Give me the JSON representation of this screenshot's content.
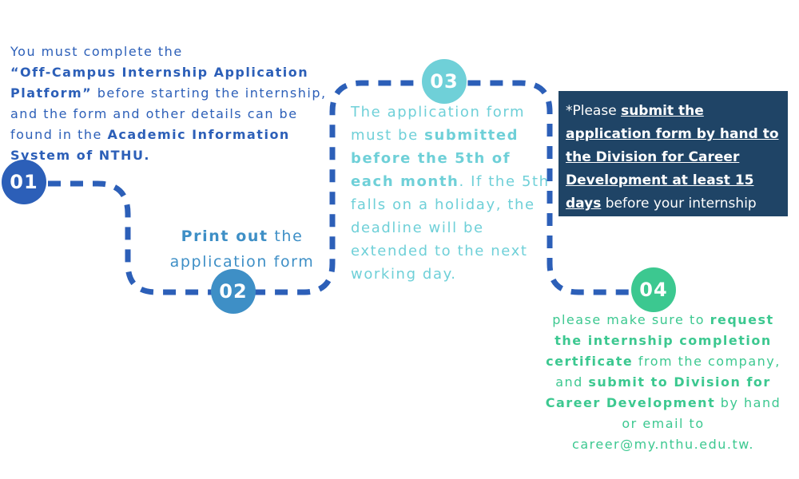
{
  "steps": [
    {
      "number": "01",
      "text_1": "You must complete the",
      "bold_1": "“Off-Campus Internship Application Platform”",
      "text_2": " before starting the internship, and the form and other details can be found in the ",
      "bold_2": "Academic Information System of NTHU."
    },
    {
      "number": "02",
      "bold_1": "Print out",
      "text_1": " the application form"
    },
    {
      "number": "03",
      "text_1": "The application form must be ",
      "bold_1": "submitted before the 5th of each month",
      "text_2": ". If the 5th falls on a holiday, the deadline will be extended to the next working day."
    },
    {
      "number": "04",
      "text_1": "please make sure to ",
      "bold_1": "request the internship completion certificate",
      "text_2": " from the company, and ",
      "bold_2": "submit to Division for Career Development",
      "text_3": " by hand or email to career@my.nthu.edu.tw."
    }
  ],
  "note": {
    "text_1": "*Please ",
    "underline_1": "submit the application form by hand to the Division for Career Development at least 15 days",
    "text_2": " before your internship start*"
  },
  "colors": {
    "step1": "#2c5fb8",
    "step2": "#3e8fc6",
    "step3": "#6fd0d8",
    "step4": "#3cc890",
    "note_bg": "#1f4466",
    "dash": "#2c5fb8"
  }
}
